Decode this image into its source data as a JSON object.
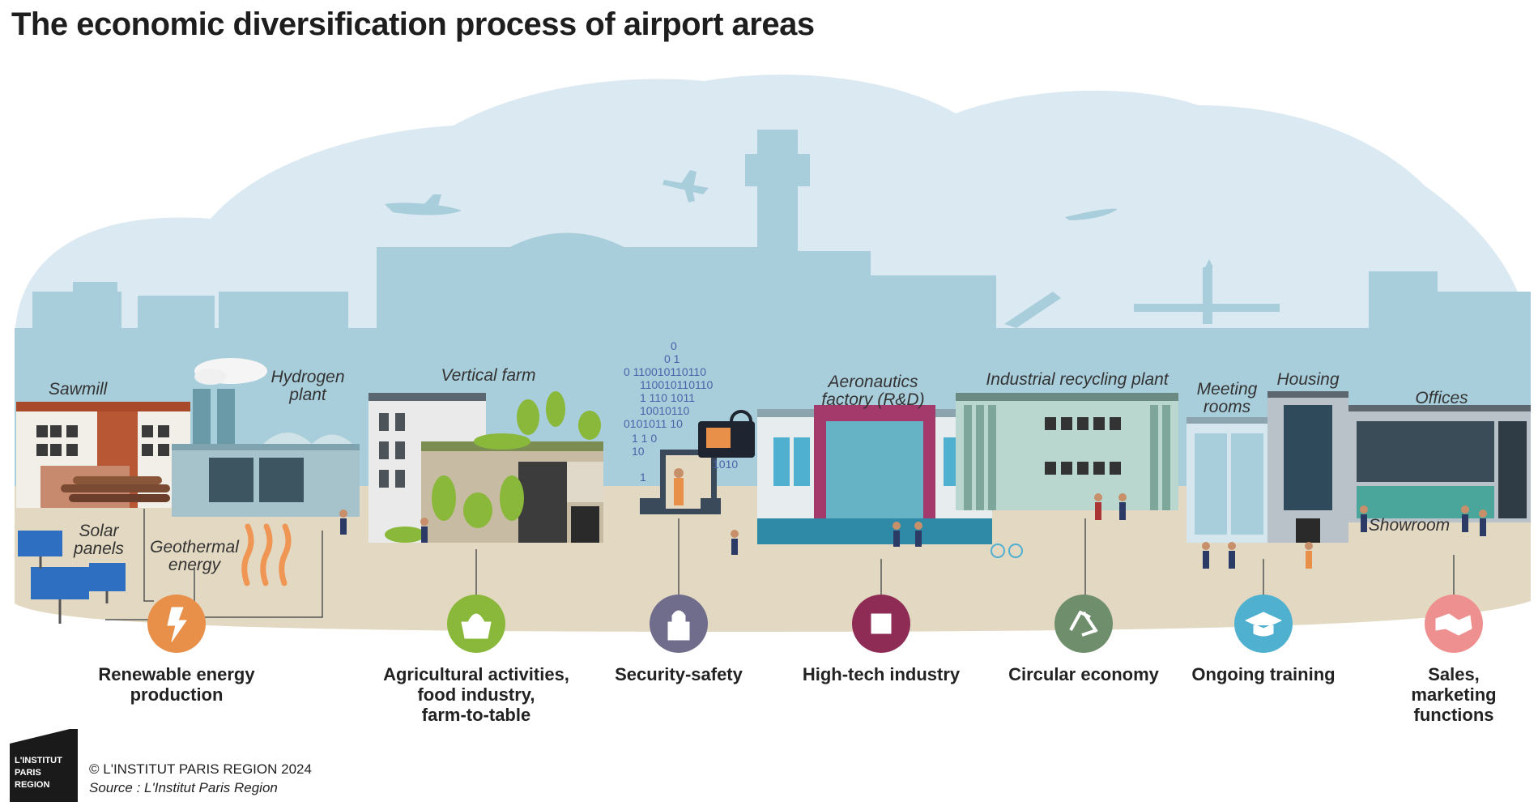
{
  "title": "The economic diversification process of airport areas",
  "labels": {
    "sawmill": "Sawmill",
    "hydrogen": "Hydrogen plant",
    "solar": "Solar panels",
    "geothermal": "Geothermal energy",
    "vertical_farm": "Vertical farm",
    "aeronautics": "Aeronautics factory (R&D)",
    "recycling": "Industrial recycling plant",
    "meeting": "Meeting rooms",
    "housing": "Housing",
    "offices": "Offices",
    "showroom": "Showroom"
  },
  "binary": [
    "0",
    "0   1",
    "0  110010110110",
    "110010110110",
    "1  110  1011",
    "10010110",
    "0101011  10",
    "1  1   0",
    "10",
    "1010",
    "1"
  ],
  "categories": [
    {
      "id": "renewable",
      "icon": "lightning-icon",
      "color": "#e8904a",
      "lines": [
        "Renewable energy",
        "production"
      ]
    },
    {
      "id": "agri",
      "icon": "basket-icon",
      "color": "#8ab83a",
      "lines": [
        "Agricultural activities,",
        "food industry,",
        "farm-to-table"
      ]
    },
    {
      "id": "security",
      "icon": "padlock-icon",
      "color": "#6f6c8c",
      "lines": [
        "Security-safety"
      ]
    },
    {
      "id": "hightech",
      "icon": "chip-icon",
      "color": "#8f2c56",
      "lines": [
        "High-tech industry"
      ]
    },
    {
      "id": "circular",
      "icon": "recycle-icon",
      "color": "#6f8f6c",
      "lines": [
        "Circular economy"
      ]
    },
    {
      "id": "training",
      "icon": "graduation-cap-icon",
      "color": "#4fb0cf",
      "lines": [
        "Ongoing training"
      ]
    },
    {
      "id": "sales",
      "icon": "handshake-icon",
      "color": "#ee9090",
      "lines": [
        "Sales,",
        "marketing",
        "functions"
      ]
    }
  ],
  "footer": {
    "copyright": "© L'INSTITUT PARIS REGION 2024",
    "source": "Source : L'Institut Paris Region",
    "logo": [
      "L'INSTITUT",
      "PARIS",
      "REGION"
    ]
  },
  "colors": {
    "sky": "#dbe9f2",
    "silhouette": "#a9cedb",
    "ground": "#e3d8c1"
  }
}
